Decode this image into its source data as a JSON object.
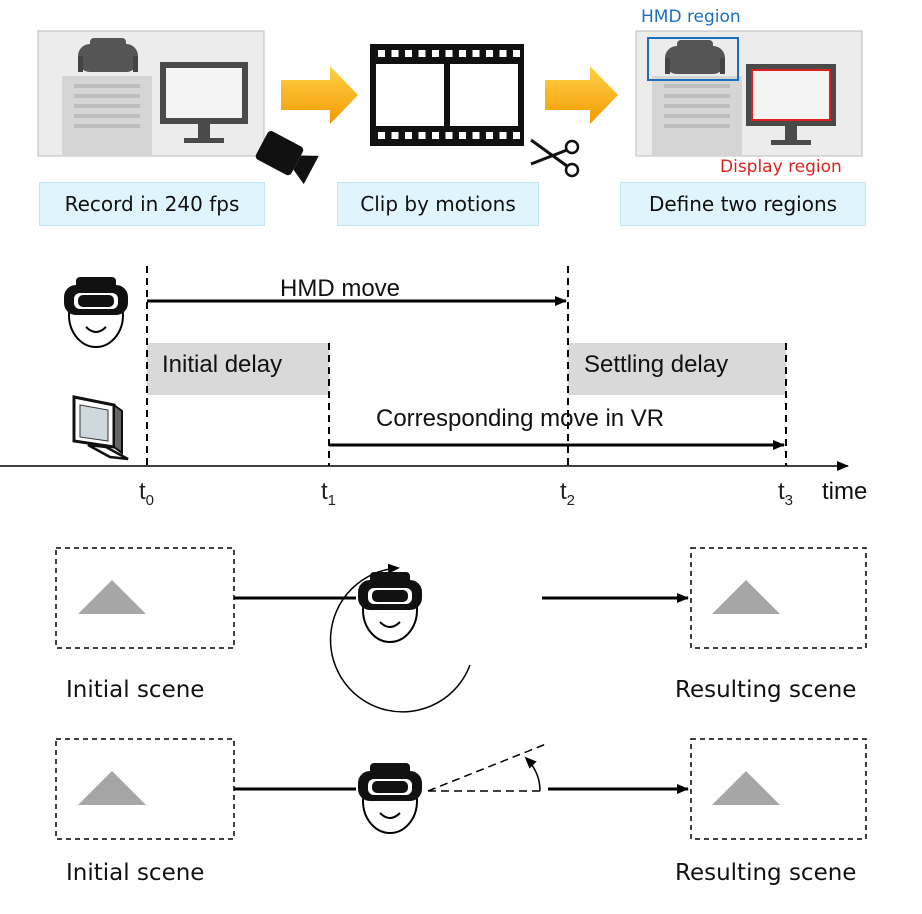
{
  "top": {
    "steps": [
      {
        "label": "Record in 240 fps",
        "icon": "camera-icon"
      },
      {
        "label": "Clip by motions",
        "icon": "scissors-icon"
      },
      {
        "label": "Define two regions",
        "icon": "monitor-icon"
      }
    ],
    "hmd_region": "HMD region",
    "display_region": "Display region",
    "colors": {
      "arrow": "#f7a800",
      "hmd_region": "#1a6fc0",
      "display_region": "#e0201b",
      "panel": "#ececec"
    }
  },
  "timeline": {
    "hmd_move": "HMD move",
    "initial_delay": "Initial delay",
    "settling_delay": "Settling delay",
    "corresponding_move": "Corresponding move in VR",
    "time_label": "time",
    "ticks": [
      {
        "main": "t",
        "sub": "0"
      },
      {
        "main": "t",
        "sub": "1"
      },
      {
        "main": "t",
        "sub": "2"
      },
      {
        "main": "t",
        "sub": "3"
      }
    ],
    "colors": {
      "delay_band": "#d9d9d9"
    }
  },
  "scenes": [
    {
      "initial": "Initial scene",
      "resulting": "Resulting scene",
      "motion": "rotation-circle"
    },
    {
      "initial": "Initial scene",
      "resulting": "Resulting scene",
      "motion": "tilt-angle"
    }
  ]
}
